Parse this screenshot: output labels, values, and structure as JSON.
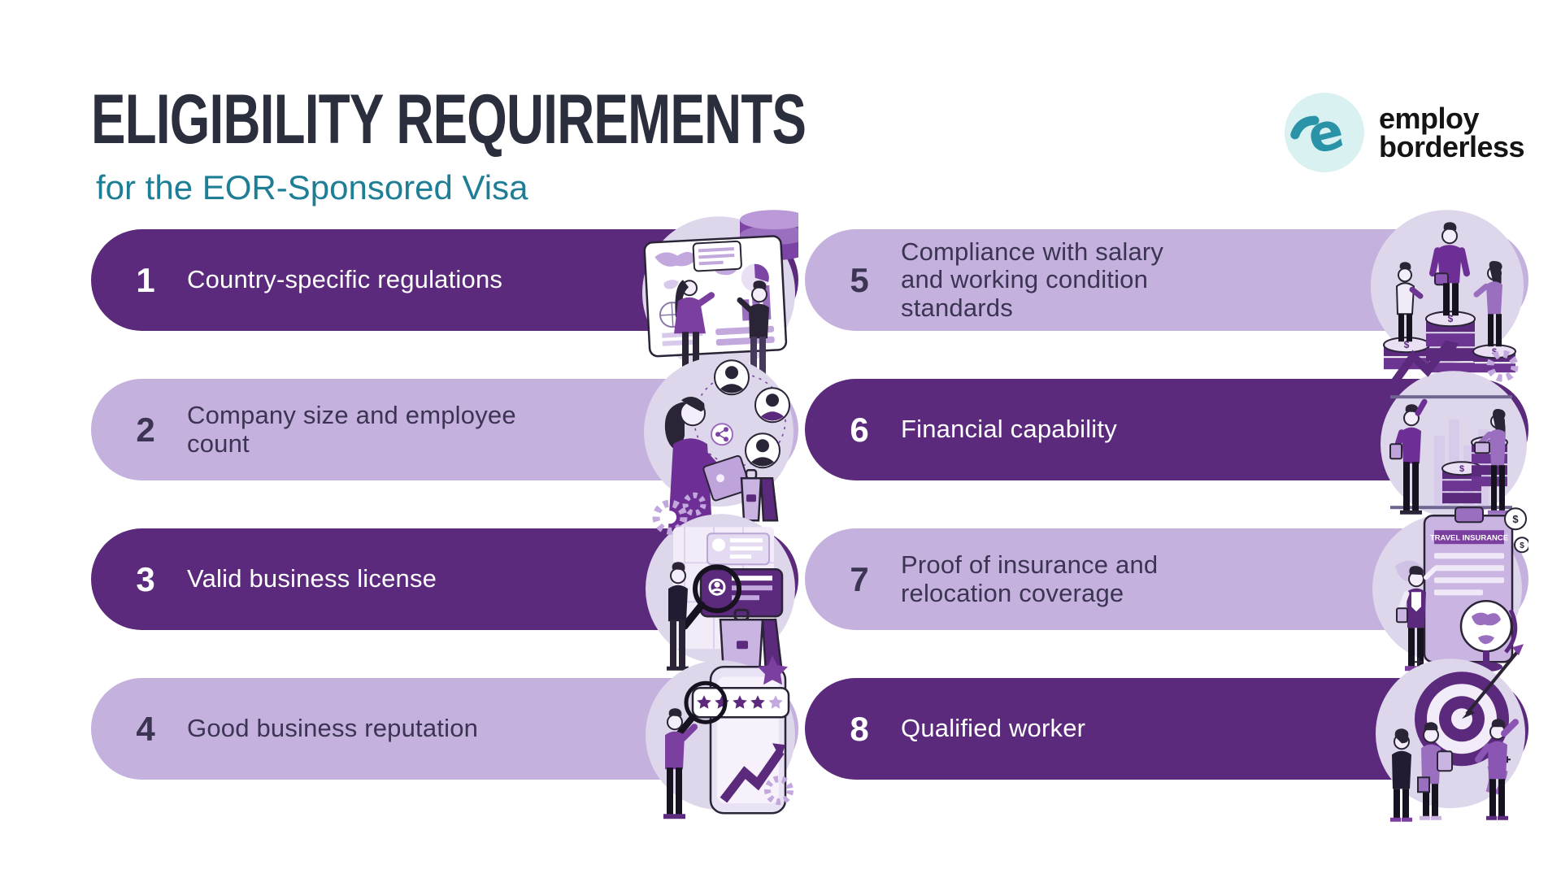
{
  "header": {
    "title": "ELIGIBILITY REQUIREMENTS",
    "subtitle": "for the EOR-Sponsored Visa"
  },
  "logo": {
    "mark": "e",
    "line1": "employ",
    "line2": "borderless"
  },
  "colors": {
    "dark_purple": "#5b2a7d",
    "light_purple": "#c5b1de",
    "teal_accent": "#1d7e95",
    "title_color": "#2b2e3d",
    "logo_teal": "#2a93a8",
    "logo_circle": "#d9f1f1"
  },
  "items": [
    {
      "number": "1",
      "label": "Country-specific regulations",
      "variant": "dark",
      "icon": "presentation-board"
    },
    {
      "number": "2",
      "label": "Company size and employee count",
      "variant": "light",
      "icon": "team-profiles"
    },
    {
      "number": "3",
      "label": "Valid business license",
      "variant": "dark",
      "icon": "license-inspection"
    },
    {
      "number": "4",
      "label": "Good business reputation",
      "variant": "light",
      "icon": "rating-stars"
    },
    {
      "number": "5",
      "label": "Compliance with salary and working condition standards",
      "variant": "light",
      "icon": "salary-coins"
    },
    {
      "number": "6",
      "label": "Financial capability",
      "variant": "dark",
      "icon": "financial-growth"
    },
    {
      "number": "7",
      "label": "Proof of insurance and relocation coverage",
      "variant": "light",
      "icon": "travel-insurance",
      "illustration_text": "TRAVEL INSURANCE"
    },
    {
      "number": "8",
      "label": "Qualified worker",
      "variant": "dark",
      "icon": "target-goal"
    }
  ]
}
